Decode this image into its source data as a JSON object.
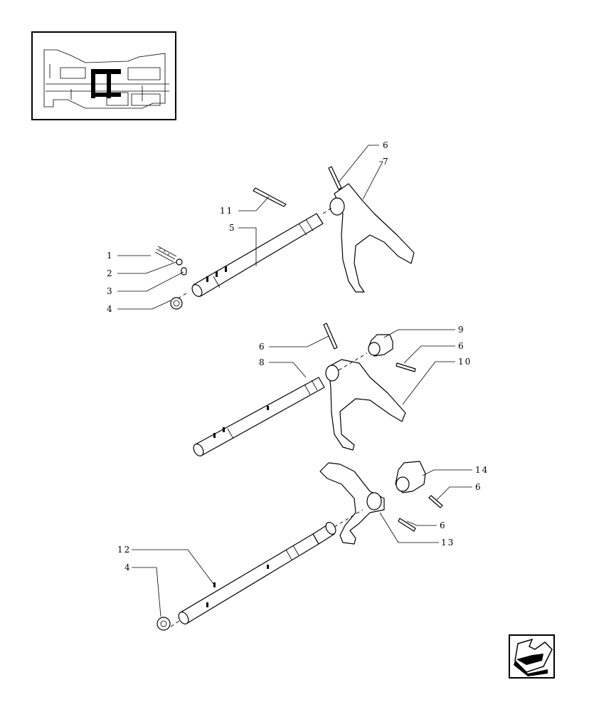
{
  "callouts": {
    "c1": "1",
    "c2": "2",
    "c3": "3",
    "c4_top": "4",
    "c4_bottom": "4",
    "c5": "5",
    "c6_a": "6",
    "c6_b": "6",
    "c6_c": "6",
    "c6_d": "6",
    "c6_e": "6",
    "c7": "7",
    "c8": "8",
    "c9": "9",
    "c10": "10",
    "c11": "11",
    "c12": "12",
    "c13": "13",
    "c14": "14"
  },
  "icons": {
    "locator": "transmission-locator-icon",
    "nav": "previous-page-arrow-icon"
  },
  "colors": {
    "line": "#000000",
    "background": "#ffffff"
  }
}
